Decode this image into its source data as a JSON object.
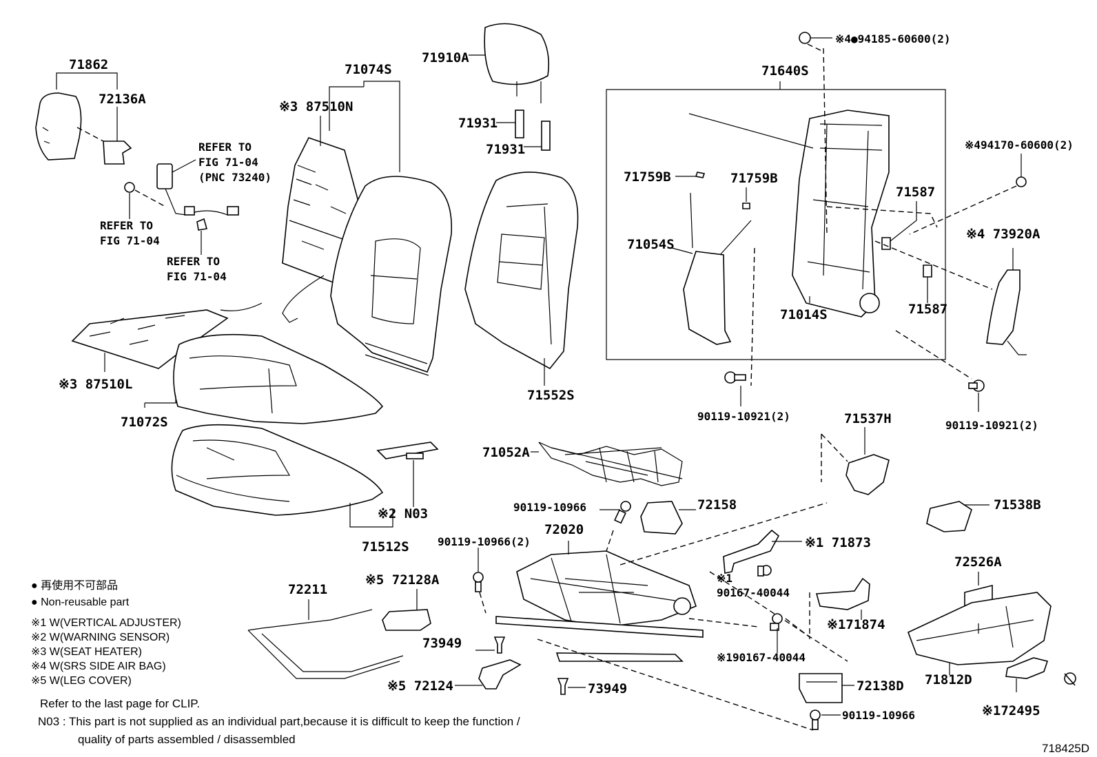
{
  "diagram_id": "718425D",
  "labels": {
    "p71862": "71862",
    "p72136A": "72136A",
    "p71074S": "71074S",
    "p87510N": "※3 87510N",
    "p71910A": "71910A",
    "p71931a": "71931",
    "p71931b": "71931",
    "p71640S": "71640S",
    "p94185": "※4●94185-60600(2)",
    "p94170": "※494170-60600(2)",
    "p71759Ba": "71759B",
    "p71759Bb": "71759B",
    "p71587a": "71587",
    "p71587b": "71587",
    "p71054S": "71054S",
    "p71014S": "71014S",
    "p73920A": "※4 73920A",
    "p71552S": "71552S",
    "p90119_10921a": "90119-10921(2)",
    "p90119_10921b": "90119-10921(2)",
    "p71537H": "71537H",
    "p71538B": "71538B",
    "p71052A": "71052A",
    "p87510L": "※3 87510L",
    "p71072S": "71072S",
    "pN03": "※2 N03",
    "p71512S": "71512S",
    "p90119_10966a": "90119-10966",
    "p72158": "72158",
    "p72020": "72020",
    "p90119_10966b": "90119-10966(2)",
    "p71873": "※1 71873",
    "p90167a_mark": "※1",
    "p90167a": "90167-40044",
    "p72526A": "72526A",
    "p72211": "72211",
    "p72128A": "※5 72128A",
    "p71874": "※171874",
    "p73949a": "73949",
    "p90167b": "※190167-40044",
    "p71812D": "71812D",
    "p72124": "※5 72124",
    "p73949b": "73949",
    "p72138D": "72138D",
    "p72495": "※172495",
    "p90119_10966c": "90119-10966",
    "refer1_l1": "REFER TO",
    "refer1_l2": "FIG 71-04",
    "refer1_l3": "(PNC 73240)",
    "refer2_l1": "REFER TO",
    "refer2_l2": "FIG 71-04",
    "refer3_l1": "REFER TO",
    "refer3_l2": "FIG 71-04"
  },
  "legend": {
    "item1": "● 再使用不可部品",
    "item2": "● Non-reusable part",
    "note1": "※1 W(VERTICAL ADJUSTER)",
    "note2": "※2 W(WARNING SENSOR)",
    "note3": "※3 W(SEAT HEATER)",
    "note4": "※4 W(SRS SIDE AIR BAG)",
    "note5": "※5 W(LEG COVER)"
  },
  "notes": {
    "clip": "Refer to the last page for CLIP.",
    "n03_l1": "N03 : This part is not supplied as an individual part,because it is difficult to keep the function /",
    "n03_l2": "quality of parts assembled / disassembled"
  }
}
